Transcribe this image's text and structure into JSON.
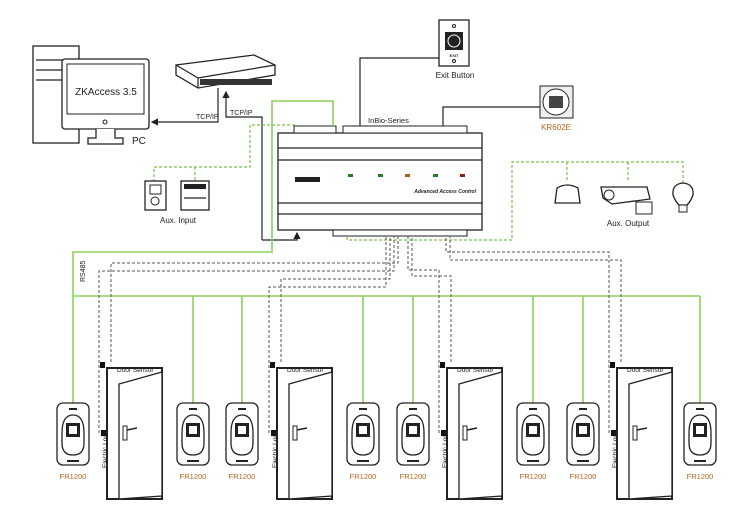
{
  "pc": {
    "software": "ZKAccess 3.5",
    "label": "PC"
  },
  "network": {
    "link1": "TCP/IP",
    "link2": "TCP/IP"
  },
  "controller": {
    "series": "InBio-Series",
    "caption": "Advanced Access Control"
  },
  "exit_button": {
    "label": "Exit Button",
    "face_text": "EXIT"
  },
  "keypad": {
    "label": "KR602E"
  },
  "aux_input": {
    "label": "Aux. Input"
  },
  "aux_output": {
    "label": "Aux. Output"
  },
  "bus": {
    "label": "RS485"
  },
  "door": {
    "sensor_label": "Door Sensor",
    "lock_label": "Electric Lock"
  },
  "readers": [
    {
      "label": "FR1200"
    },
    {
      "label": "FR1200"
    },
    {
      "label": "FR1200"
    },
    {
      "label": "FR1200"
    },
    {
      "label": "FR1200"
    },
    {
      "label": "FR1200"
    },
    {
      "label": "FR1200"
    },
    {
      "label": "FR1200"
    }
  ],
  "colors": {
    "rs485": "#8cd25a",
    "aux": "#7cc24a",
    "wiring": "#555555",
    "reader_label": "#b5651d"
  }
}
